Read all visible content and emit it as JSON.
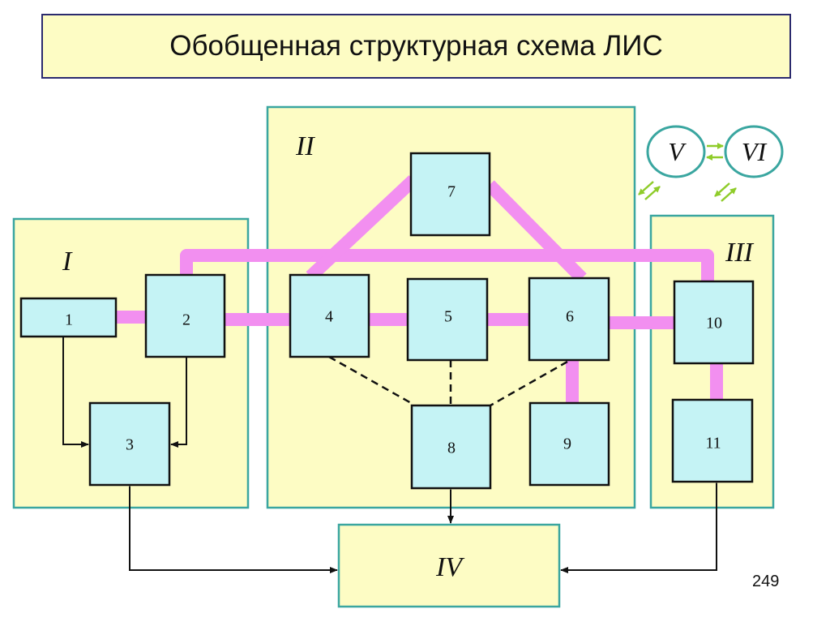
{
  "title": "Обобщенная структурная схема ЛИС",
  "page_number": "249",
  "colors": {
    "panel_fill": "#fdfcc4",
    "panel_border": "#3aa6a0",
    "block_fill": "#c5f3f5",
    "block_border": "#111111",
    "link_color": "#f28ff0",
    "arrow_green": "#8fcc2a",
    "title_border": "#2b2a6e"
  },
  "panels": {
    "I": "I",
    "II": "II",
    "III": "III",
    "IV": "IV",
    "V": "V",
    "VI": "VI"
  },
  "blocks": {
    "b1": "1",
    "b2": "2",
    "b3": "3",
    "b4": "4",
    "b5": "5",
    "b6": "6",
    "b7": "7",
    "b8": "8",
    "b9": "9",
    "b10": "10",
    "b11": "11"
  }
}
